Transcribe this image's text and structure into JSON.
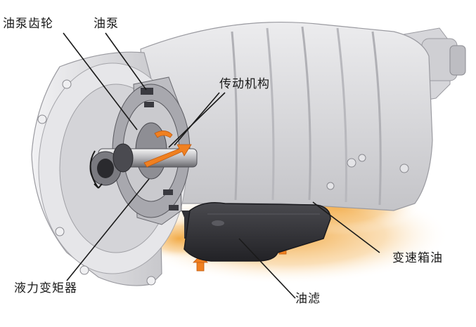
{
  "labels": {
    "pump_gear": "油泵齿轮",
    "pump": "油泵",
    "transmission_mechanism": "传动机构",
    "torque_converter": "液力变矩器",
    "transmission_oil": "变速箱油",
    "oil_filter": "油滤"
  },
  "colors": {
    "housing": "#d9d9dc",
    "oil_glow": "#f0a030",
    "arrow": "#f08020",
    "filter": "#3a3a3e",
    "leader": "#1a1a1a"
  }
}
